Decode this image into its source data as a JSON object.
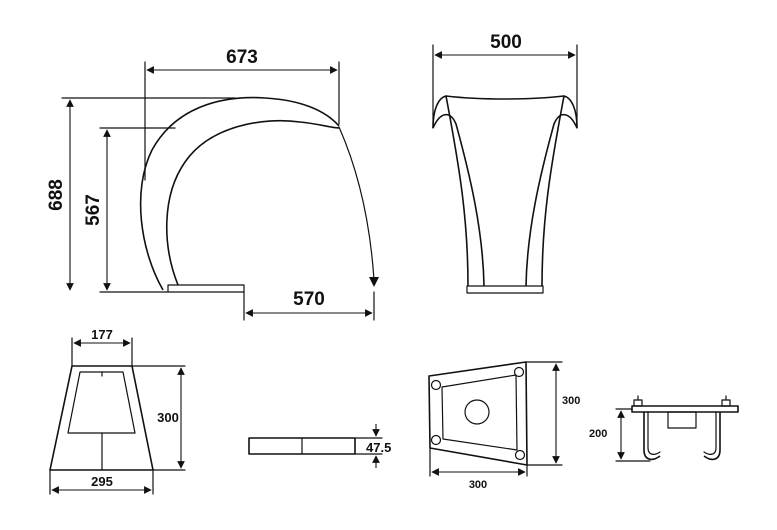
{
  "dimensions": {
    "width_673": "673",
    "width_500": "500",
    "height_688": "688",
    "height_567": "567",
    "reach_570": "570",
    "top_177": "177",
    "height_300_left": "300",
    "base_295": "295",
    "thickness_47_5": "47.5",
    "height_300_right": "300",
    "base_300": "300",
    "height_200": "200"
  }
}
